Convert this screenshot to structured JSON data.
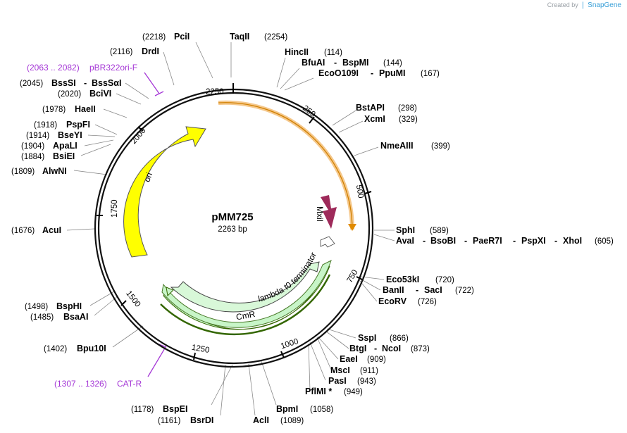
{
  "credit": {
    "prefix": "Created by",
    "brand": "SnapGene"
  },
  "plasmid": {
    "name": "pMM725",
    "length": "2263 bp"
  },
  "features": {
    "ori": "ori",
    "cmr": "CmR",
    "lambda": "lambda t0 terminator",
    "mxi": "MxiI"
  },
  "ticks": [
    "250",
    "500",
    "750",
    "1000",
    "1250",
    "1500",
    "1750",
    "2000",
    "2250"
  ],
  "enzymes": [
    {
      "pos": "(2218)",
      "names": [
        "PciI"
      ]
    },
    {
      "pos": "(2254)",
      "names": [
        "TaqII"
      ]
    },
    {
      "pos": "(114)",
      "names": [
        "HincII"
      ]
    },
    {
      "pos": "(144)",
      "names": [
        "BfuAI",
        "BspMI"
      ]
    },
    {
      "pos": "(167)",
      "names": [
        "EcoO109I",
        "PpuMI"
      ]
    },
    {
      "pos": "(298)",
      "names": [
        "BstAPI"
      ]
    },
    {
      "pos": "(329)",
      "names": [
        "XcmI"
      ]
    },
    {
      "pos": "(399)",
      "names": [
        "NmeAIII"
      ]
    },
    {
      "pos": "(589)",
      "names": [
        "SphI"
      ]
    },
    {
      "pos": "(605)",
      "names": [
        "AvaI",
        "BsoBI",
        "PaeR7I",
        "PspXI",
        "XhoI"
      ]
    },
    {
      "pos": "(720)",
      "names": [
        "Eco53kI"
      ]
    },
    {
      "pos": "(722)",
      "names": [
        "BanII",
        "SacI"
      ]
    },
    {
      "pos": "(726)",
      "names": [
        "EcoRV"
      ]
    },
    {
      "pos": "(866)",
      "names": [
        "SspI"
      ]
    },
    {
      "pos": "(873)",
      "names": [
        "BtgI",
        "NcoI"
      ]
    },
    {
      "pos": "(909)",
      "names": [
        "EaeI"
      ]
    },
    {
      "pos": "(911)",
      "names": [
        "MscI"
      ]
    },
    {
      "pos": "(943)",
      "names": [
        "PasI"
      ]
    },
    {
      "pos": "(949)",
      "names": [
        "PflMI *"
      ]
    },
    {
      "pos": "(1058)",
      "names": [
        "BpmI"
      ]
    },
    {
      "pos": "(1089)",
      "names": [
        "AclI"
      ]
    },
    {
      "pos": "(1178)",
      "names": [
        "BspEI"
      ]
    },
    {
      "pos": "(1161)",
      "names": [
        "BsrDI"
      ]
    },
    {
      "pos": "(1402)",
      "names": [
        "Bpu10I"
      ]
    },
    {
      "pos": "(1485)",
      "names": [
        "BsaAI"
      ]
    },
    {
      "pos": "(1498)",
      "names": [
        "BspHI"
      ]
    },
    {
      "pos": "(1676)",
      "names": [
        "AcuI"
      ]
    },
    {
      "pos": "(1809)",
      "names": [
        "AlwNI"
      ]
    },
    {
      "pos": "(1884)",
      "names": [
        "BsiEI"
      ]
    },
    {
      "pos": "(1904)",
      "names": [
        "ApaLI"
      ]
    },
    {
      "pos": "(1914)",
      "names": [
        "BseYI"
      ]
    },
    {
      "pos": "(1918)",
      "names": [
        "PspFI"
      ]
    },
    {
      "pos": "(1978)",
      "names": [
        "HaeII"
      ]
    },
    {
      "pos": "(2020)",
      "names": [
        "BciVI"
      ]
    },
    {
      "pos": "(2045)",
      "names": [
        "BssSI",
        "BssSαI"
      ]
    },
    {
      "pos": "(2116)",
      "names": [
        "DrdI"
      ]
    }
  ],
  "primers": [
    {
      "range": "(2063 .. 2082)",
      "name": "pBR322ori-F"
    },
    {
      "range": "(1307 .. 1326)",
      "name": "CAT-R"
    }
  ],
  "colors": {
    "ori": "#ffff00",
    "cmr": "#c8f5c8",
    "cmr_outline": "#336600",
    "orange_band": "#f5c88c",
    "orange_arrow": "#e08a00",
    "mxi": "#9e2a5a",
    "primer": "#a538d6"
  }
}
